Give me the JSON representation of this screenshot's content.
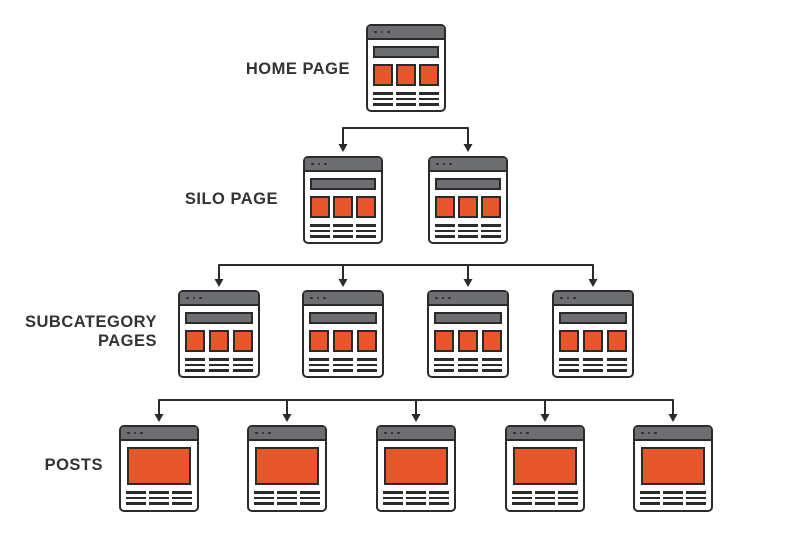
{
  "diagram": {
    "title_visible": false,
    "colors": {
      "accent_orange": "#E8572B",
      "window_bar_gray": "#6D6E71",
      "outline_dark": "#2B2B2B",
      "label_text": "#333333"
    },
    "levels": [
      {
        "id": "home",
        "label": "HOME PAGE",
        "page_count": 1,
        "page_style": "category"
      },
      {
        "id": "silo",
        "label": "SILO PAGE",
        "page_count": 2,
        "page_style": "category"
      },
      {
        "id": "subcategory",
        "label": "SUBCATEGORY PAGES",
        "page_count": 4,
        "page_style": "category"
      },
      {
        "id": "posts",
        "label": "POSTS",
        "page_count": 5,
        "page_style": "post"
      }
    ],
    "connections": [
      {
        "from": "home",
        "to": "silo",
        "arrow": "down"
      },
      {
        "from": "silo",
        "to": "subcategory",
        "arrow": "down"
      },
      {
        "from": "subcategory",
        "to": "posts",
        "arrow": "down"
      }
    ]
  }
}
